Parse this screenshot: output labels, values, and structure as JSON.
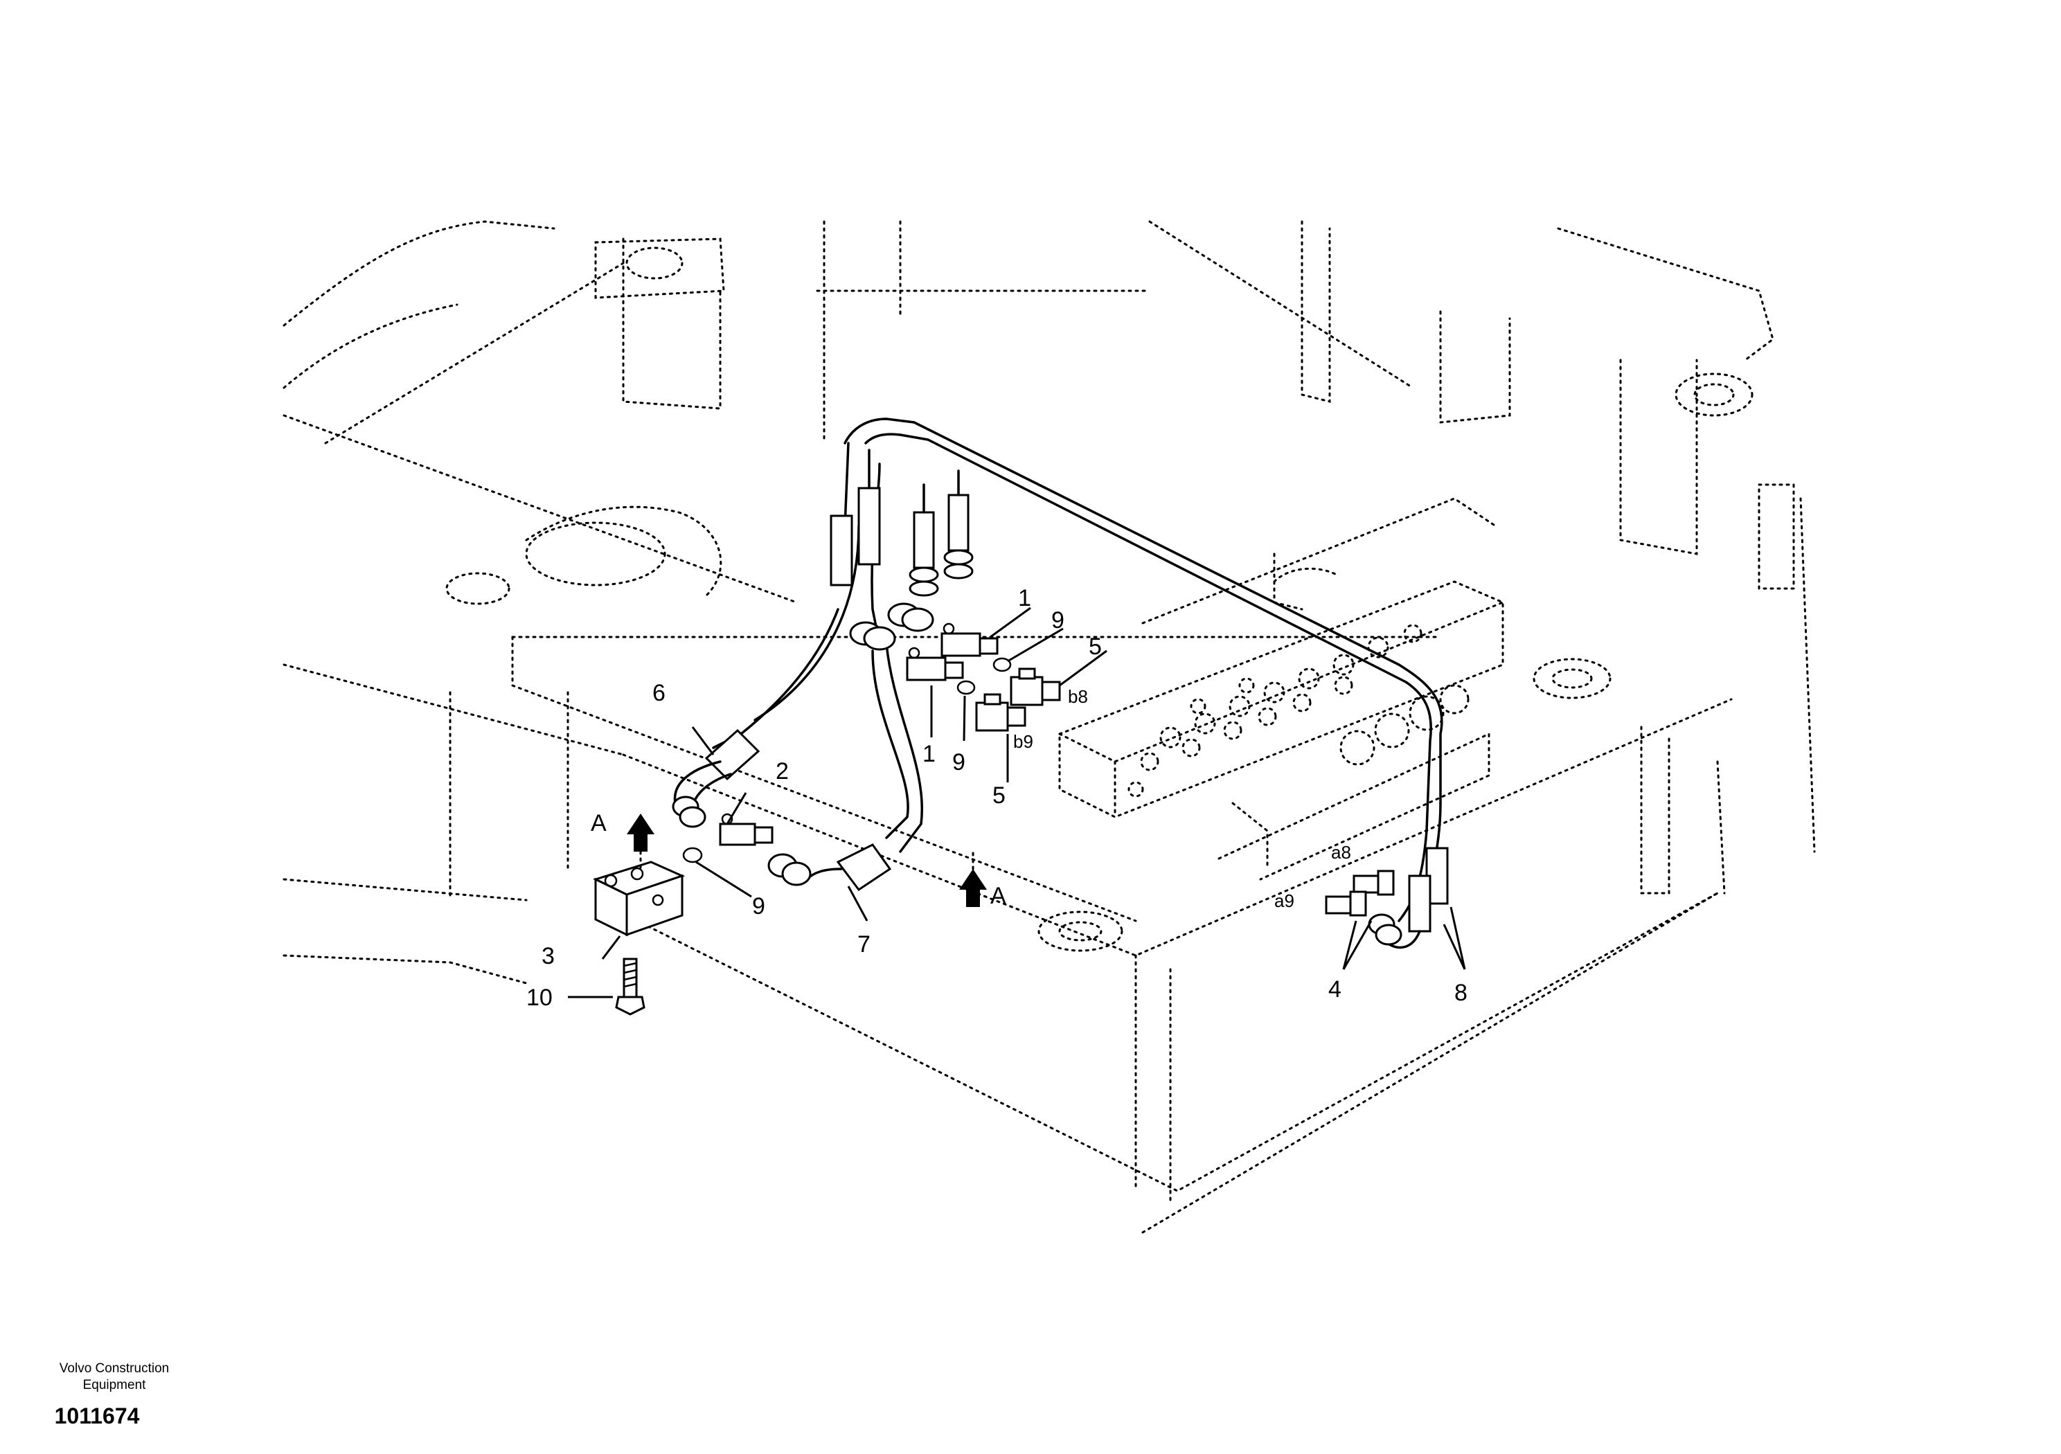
{
  "footer": {
    "company_line1": "Volvo Construction",
    "company_line2": "Equipment",
    "doc_number": "1011674"
  },
  "callouts": {
    "c1a": "1",
    "c1b": "1",
    "c2": "2",
    "c3": "3",
    "c4": "4",
    "c5a": "5",
    "c5b": "5",
    "c6": "6",
    "c7": "7",
    "c8": "8",
    "c9a": "9",
    "c9b": "9",
    "c9c": "9",
    "c10": "10"
  },
  "port_labels": {
    "b8": "b8",
    "b9": "b9",
    "a8": "a8",
    "a9": "a9"
  },
  "view_labels": {
    "view_a_left": "A",
    "view_a_center": "A"
  }
}
